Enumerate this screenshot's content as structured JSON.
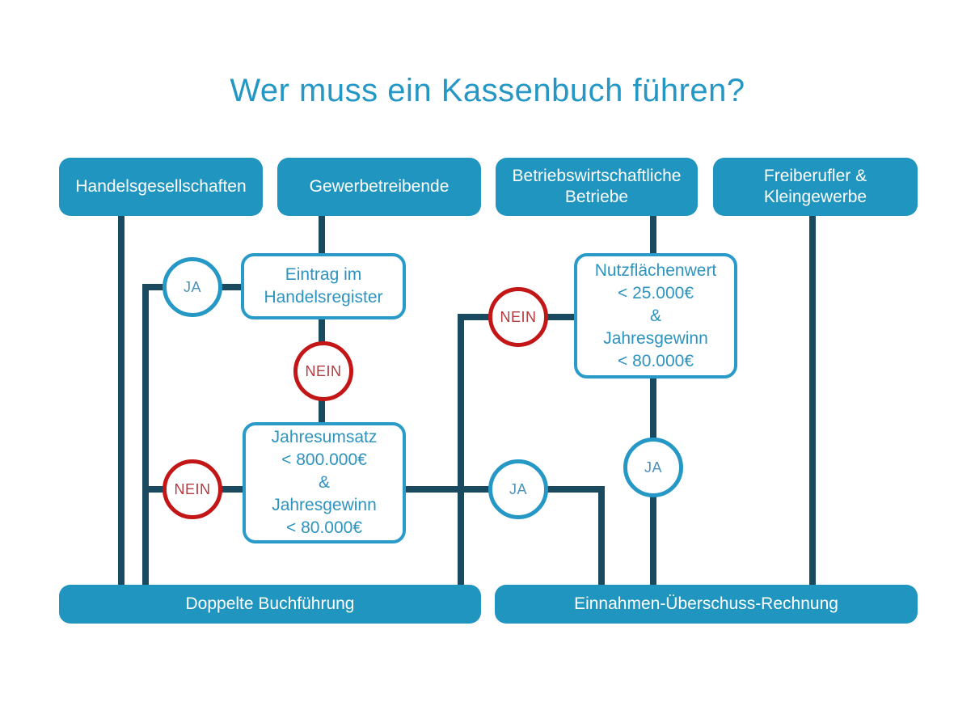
{
  "title": "Wer muss ein Kassenbuch führen?",
  "labels": {
    "ja": "JA",
    "nein": "NEIN"
  },
  "sources": {
    "handelsgesellschaften": "Handelsgesellschaften",
    "gewerbetreibende": "Gewerbetreibende",
    "betriebswirtschaftliche": "Betriebswirtschaftliche Betriebe",
    "freiberufler": "Freiberufler & Kleingewerbe"
  },
  "decisions": {
    "handelsregister": "Eintrag im\nHandelsregister",
    "jahresumsatz": "Jahresumsatz\n< 800.000€\n&\nJahresgewinn\n< 80.000€",
    "nutzflaechenwert": "Nutzflächenwert\n< 25.000€\n&\nJahresgewinn\n< 80.000€"
  },
  "outcomes": {
    "doppelte_buchfuehrung": "Doppelte Buchführung",
    "einnahmen_ueberschuss_rechnung": "Einnahmen-Überschuss-Rechnung"
  },
  "colors": {
    "teal_fill": "#1F95BF",
    "teal_border": "#2A9BC8",
    "teal_text": "#2D93BF",
    "title_text": "#2497C5",
    "connector_line": "#1A4A5F",
    "red_border": "#C31616",
    "red_text": "#B5393F",
    "box_text_on_fill": "#FFFFFF",
    "background": "#FFFFFF"
  },
  "edges": [
    {
      "from": "Handelsgesellschaften",
      "answer": "",
      "to": "Doppelte Buchführung"
    },
    {
      "from": "Gewerbetreibende",
      "answer": "",
      "to": "Eintrag im Handelsregister"
    },
    {
      "from": "Eintrag im Handelsregister",
      "answer": "JA",
      "to": "Doppelte Buchführung"
    },
    {
      "from": "Eintrag im Handelsregister",
      "answer": "NEIN",
      "to": "Jahresumsatz < 800.000€ & Jahresgewinn < 80.000€"
    },
    {
      "from": "Jahresumsatz < 800.000€ & Jahresgewinn < 80.000€",
      "answer": "NEIN",
      "to": "Doppelte Buchführung"
    },
    {
      "from": "Jahresumsatz < 800.000€ & Jahresgewinn < 80.000€",
      "answer": "JA",
      "to": "Einnahmen-Überschuss-Rechnung"
    },
    {
      "from": "Betriebswirtschaftliche Betriebe",
      "answer": "",
      "to": "Nutzflächenwert < 25.000€ & Jahresgewinn < 80.000€"
    },
    {
      "from": "Nutzflächenwert < 25.000€ & Jahresgewinn < 80.000€",
      "answer": "NEIN",
      "to": "Doppelte Buchführung"
    },
    {
      "from": "Nutzflächenwert < 25.000€ & Jahresgewinn < 80.000€",
      "answer": "JA",
      "to": "Einnahmen-Überschuss-Rechnung"
    },
    {
      "from": "Freiberufler & Kleingewerbe",
      "answer": "",
      "to": "Einnahmen-Überschuss-Rechnung"
    }
  ]
}
